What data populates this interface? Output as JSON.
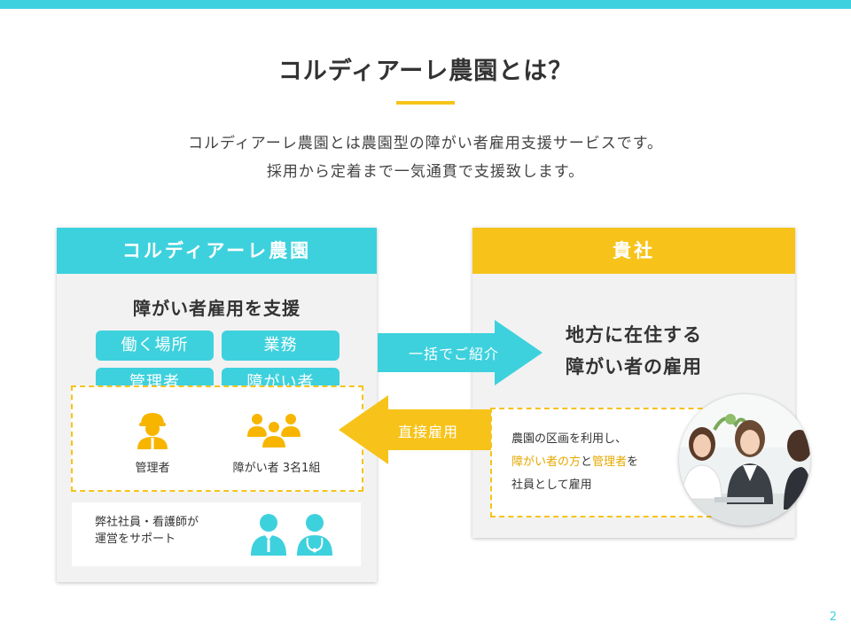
{
  "header": {
    "title": "コルディアーレ農園とは？",
    "subtitle_line1": "コルディアーレ農園とは農園型の障がい者雇用支援サービスです。",
    "subtitle_line2": "採用から定着まで一気通貫で支援致します。"
  },
  "left_panel": {
    "heading": "コルディアーレ農園",
    "support_title": "障がい者雇用を支援",
    "pills": [
      "働く場所",
      "業務",
      "管理者",
      "障がい者"
    ],
    "people": {
      "manager_label": "管理者",
      "group_label": "障がい者 3名1組"
    },
    "support_staff": {
      "line1": "弊社社員・看護師が",
      "line2": "運営をサポート"
    }
  },
  "right_panel": {
    "heading": "貴社",
    "main_line1": "地方に在住する",
    "main_line2": "障がい者の雇用",
    "employ": {
      "line1": "農園の区画を利用し、",
      "highlight1": "障がい者の方",
      "connector": "と",
      "highlight2": "管理者",
      "suffix": "を",
      "line3": "社員として雇用"
    }
  },
  "arrows": {
    "introduce_label": "一括でご紹介",
    "direct_label": "直接雇用"
  },
  "page_number": "2",
  "colors": {
    "accent_cyan": "#3dd1dd",
    "accent_yellow": "#f7c31a",
    "panel_bg": "#f2f2f2",
    "highlight_text": "#e5a800"
  }
}
